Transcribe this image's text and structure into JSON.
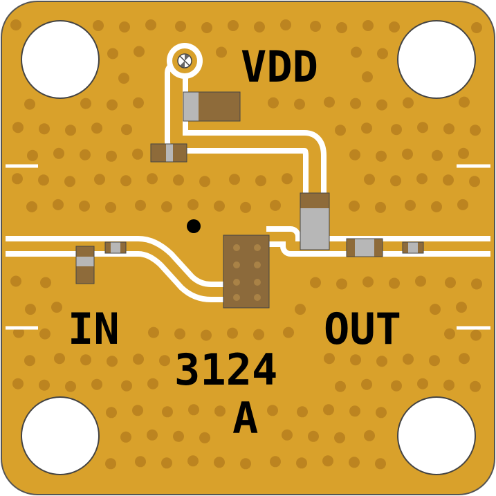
{
  "labels": {
    "vdd": "VDD",
    "in": "IN",
    "out": "OUT",
    "part_number": "3124",
    "revision": "A"
  },
  "colors": {
    "board": "#D9A12B",
    "via": "#BC8420",
    "trace_gap": "#FFFFFF",
    "board_outline": "#555555",
    "silkscreen": "#000000",
    "component_dark": "#8E6B3A",
    "component_light": "#B7B7B7",
    "chip": "#8C6A3B"
  }
}
